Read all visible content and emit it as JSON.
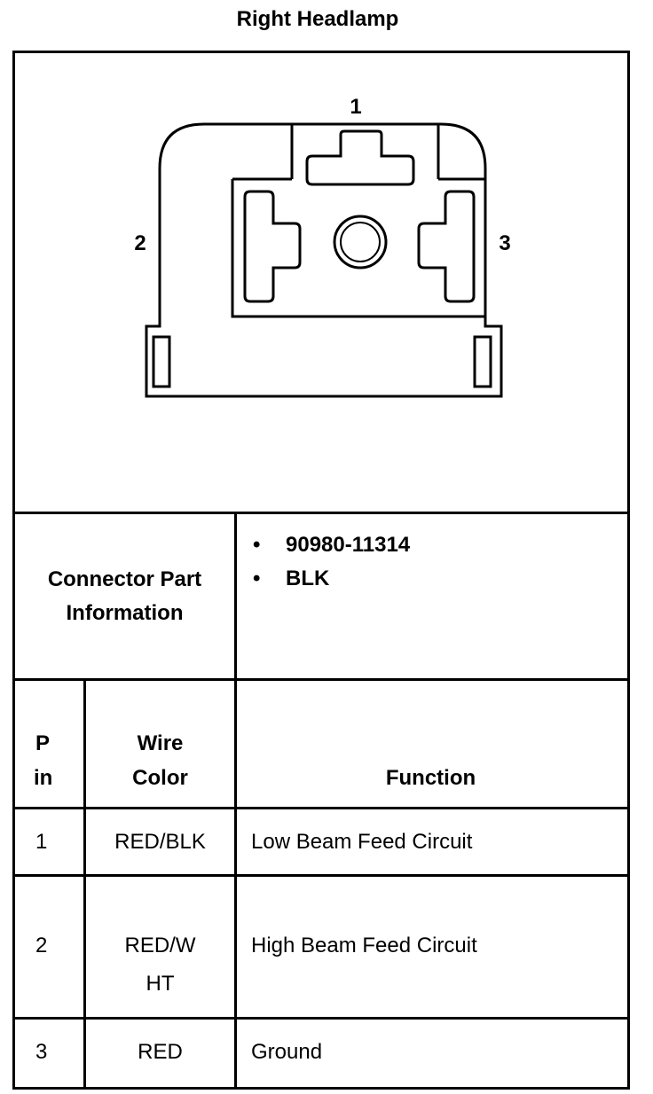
{
  "title": "Right Headlamp",
  "diagram": {
    "pin_labels": [
      "1",
      "2",
      "3"
    ]
  },
  "connector_info": {
    "label_line1": "Connector Part",
    "label_line2": "Information",
    "items": [
      "90980-11314",
      "BLK"
    ]
  },
  "table": {
    "headers": {
      "pin_line1": "P",
      "pin_line2": "in",
      "wire_line1": "Wire",
      "wire_line2": "Color",
      "function": "Function"
    },
    "rows": [
      {
        "pin": "1",
        "wire_line1": "RED/BLK",
        "wire_line2": "",
        "function": "Low Beam Feed Circuit"
      },
      {
        "pin": "2",
        "wire_line1": "RED/W",
        "wire_line2": "HT",
        "function": "High Beam Feed Circuit"
      },
      {
        "pin": "3",
        "wire_line1": "RED",
        "wire_line2": "",
        "function": "Ground"
      }
    ]
  }
}
